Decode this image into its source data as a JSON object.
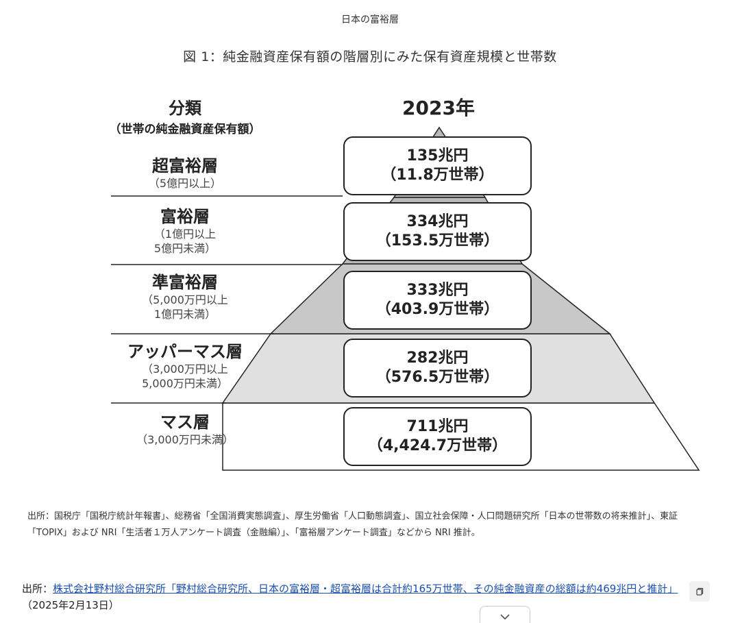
{
  "page": {
    "heading": "日本の富裕層",
    "figure_title": "図 1：純金融資産保有額の階層別にみた保有資産規模と世帯数"
  },
  "column_headers": {
    "category": "分類",
    "category_sub": "（世帯の純金融資産保有額）",
    "year": "2023年"
  },
  "tiers": [
    {
      "name": "超富裕層",
      "range": [
        "（5億円以上）"
      ],
      "amount": "135兆円",
      "households": "（11.8万世帯）"
    },
    {
      "name": "富裕層",
      "range": [
        "（1億円以上",
        "5億円未満）"
      ],
      "amount": "334兆円",
      "households": "（153.5万世帯）"
    },
    {
      "name": "準富裕層",
      "range": [
        "（5,000万円以上",
        "1億円未満）"
      ],
      "amount": "333兆円",
      "households": "（403.9万世帯）"
    },
    {
      "name": "アッパーマス層",
      "range": [
        "（3,000万円以上",
        "5,000万円未満）"
      ],
      "amount": "282兆円",
      "households": "（576.5万世帯）"
    },
    {
      "name": "マス層",
      "range": [
        "（3,000万円未満）"
      ],
      "amount": "711兆円",
      "households": "（4,424.7万世帯）"
    }
  ],
  "sources": {
    "note": "出所：国税庁「国税庁統計年報書」、総務省「全国消費実態調査」、厚生労働省「人口動態調査」、国立社会保障・人口問題研究所「日本の世帯数の将来推計」、東証「TOPIX」および NRI「生活者１万人アンケート調査（金融編）」、「富裕層アンケート調査」などから NRI 推計。",
    "citation_prefix": "出所：",
    "citation_link": "株式会社野村総合研究所「野村総合研究所、日本の富裕層・超富裕層は合計約165万世帯、その純金融資産の総額は約469兆円と推計」",
    "citation_date": "（2025年2月13日）"
  },
  "icons": {
    "copy": "copy-icon",
    "collapse": "chevron-down-icon"
  },
  "colors": {
    "pyramid_fill_light": "#e0e0e0",
    "pyramid_fill_mid": "#c8c8c8",
    "pyramid_fill_dark": "#b8b8b8",
    "link": "#1a4fb0"
  }
}
